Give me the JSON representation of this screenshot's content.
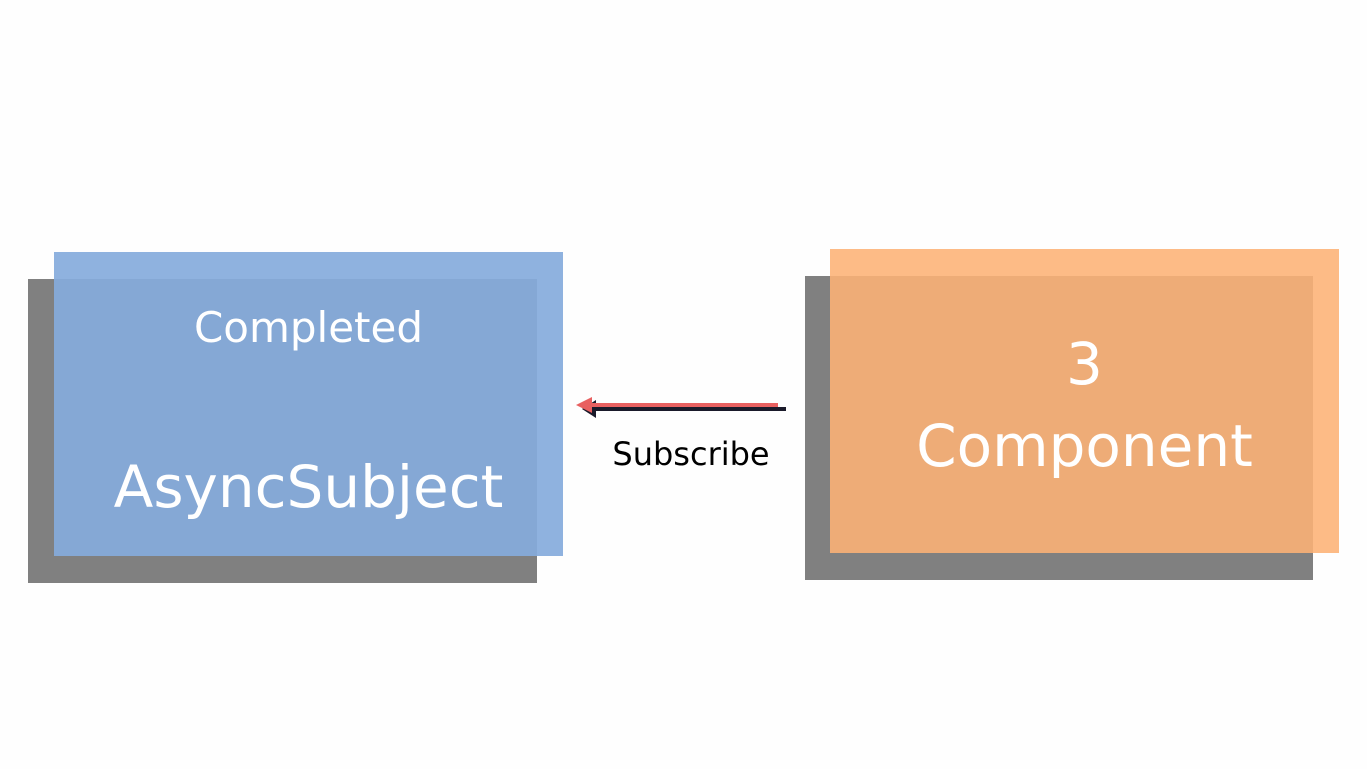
{
  "subject_box": {
    "status": "Completed",
    "name": "AsyncSubject"
  },
  "component_box": {
    "count": "3",
    "name": "Component"
  },
  "arrow": {
    "label": "Subscribe"
  },
  "colors": {
    "subject_fill": "#86abdc",
    "component_fill": "#fdb275",
    "shadow": "#808080",
    "arrow_accent": "#e86060",
    "arrow_dark": "#1a1a2a"
  }
}
